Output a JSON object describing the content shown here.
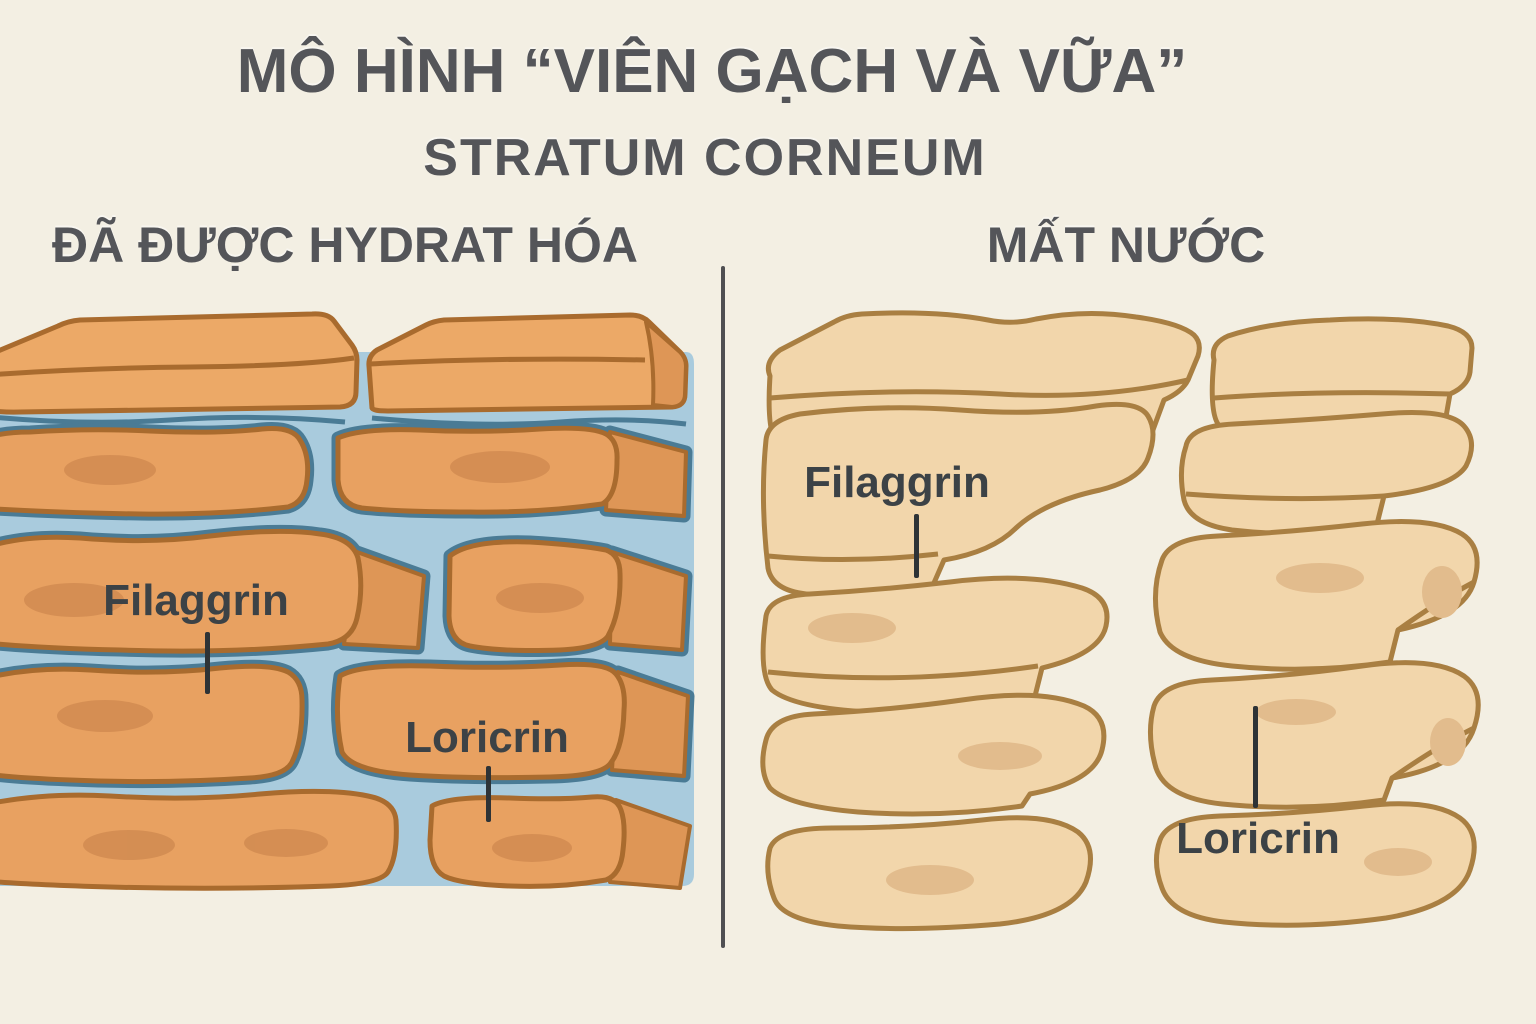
{
  "title": "MÔ HÌNH “VIÊN GẠCH VÀ VỮA”",
  "subtitle": "STRATUM CORNEUM",
  "left_panel": {
    "heading": "ĐÃ ĐƯỢC HYDRAT HÓA",
    "filaggrin_label": "Filaggrin",
    "loricrin_label": "Loricrin",
    "description": "brick wall of corneocytes with blue water mortar filling all gaps"
  },
  "right_panel": {
    "heading": "MẤT NƯỚC",
    "filaggrin_label": "Filaggrin",
    "loricrin_label": "Loricrin",
    "description": "dry separated corneocyte flakes with empty gaps, no water mortar"
  },
  "colors": {
    "background": "#F3EFE3",
    "heading_text": "#545559",
    "label_text": "#3C4246",
    "pointer_line": "#2E3336",
    "divider": "#4F4F52",
    "hydrated_brick": "#E8A161",
    "hydrated_brick_outline": "#A96B2E",
    "hydrated_brick_depth": "#DE9656",
    "hydrated_brick_spot": "#D08A50",
    "water_mortar": "#A9CBDD",
    "water_mortar_edge": "#4A7B95",
    "dry_brick": "#F2D6AB",
    "dry_brick_outline": "#A97F42",
    "dry_brick_spot": "#E2BC8D"
  }
}
